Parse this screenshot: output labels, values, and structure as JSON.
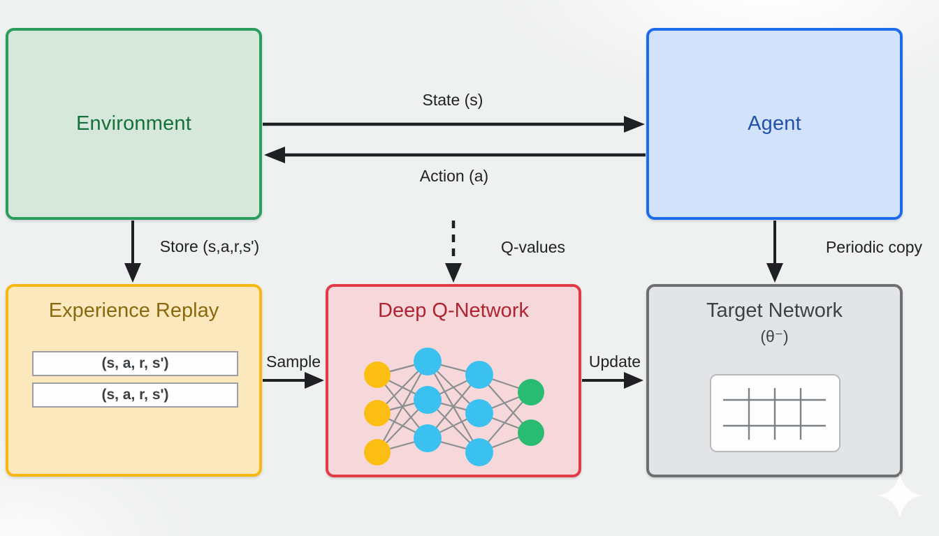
{
  "boxes": {
    "environment": {
      "label": "Environment"
    },
    "agent": {
      "label": "Agent"
    },
    "experience_replay": {
      "title": "Experience Replay",
      "rows": [
        "(s, a, r, s')",
        "(s, a, r, s')"
      ]
    },
    "deep_q_network": {
      "title": "Deep Q-Network"
    },
    "target_network": {
      "title": "Target Network",
      "subtitle": "(θ⁻)"
    }
  },
  "edge_labels": {
    "state": "State (s)",
    "action": "Action (a)",
    "store": "Store (s,a,r,s')",
    "q_values": "Q-values",
    "periodic_copy": "Periodic copy",
    "sample": "Sample",
    "update": "Update"
  },
  "network": {
    "layer_sizes": [
      3,
      3,
      3,
      2
    ],
    "node_colors": {
      "input": "#fcbe12",
      "hidden": "#3bc1ef",
      "output": "#2abb72"
    },
    "edge_color": "#8b8f92"
  },
  "colors": {
    "background": "#eff1f0",
    "arrow": "#1f2023",
    "environment_fill": "#d6e8db",
    "environment_border": "#2a9d5c",
    "environment_text": "#15703c",
    "agent_fill": "#d2e2fb",
    "agent_border": "#1b6bec",
    "agent_text": "#2152a9",
    "replay_fill": "#fbe8bd",
    "replay_border": "#f7b814",
    "replay_text": "#8a690e",
    "dqn_fill": "#f6d8da",
    "dqn_border": "#e23a47",
    "dqn_text": "#ae2430",
    "target_fill": "#e3e4e6",
    "target_border": "#6e6f72",
    "target_text": "#3f4245"
  }
}
